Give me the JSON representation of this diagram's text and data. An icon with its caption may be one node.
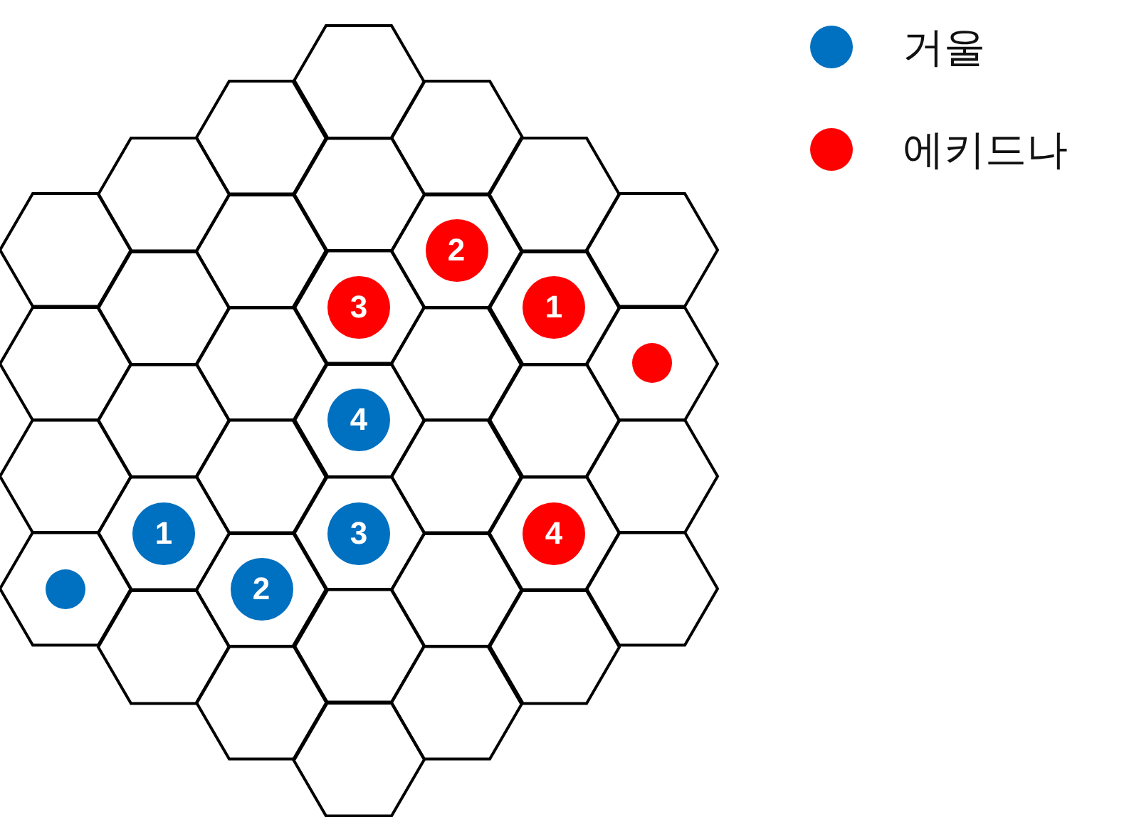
{
  "diagram": {
    "nodes": [
      {
        "text": [],
        "shape": "hexagon"
      },
      {
        "text": [],
        "shape": "hexagon"
      },
      {
        "text": [],
        "shape": "hexagon"
      },
      {
        "text": [],
        "shape": "hexagon"
      },
      {
        "text": [],
        "shape": "hexagon"
      },
      {
        "text": [],
        "shape": "hexagon"
      },
      {
        "text": [],
        "shape": "hexagon"
      },
      {
        "text": [],
        "shape": "hexagon"
      },
      {
        "text": [],
        "shape": "hexagon"
      },
      {
        "text": [],
        "shape": "hexagon"
      },
      {
        "text": [],
        "shape": "hexagon"
      },
      {
        "text": [],
        "shape": "hexagon"
      },
      {
        "text": [],
        "shape": "hexagon"
      },
      {
        "text": [],
        "shape": "hexagon"
      },
      {
        "text": [],
        "shape": "hexagon"
      },
      {
        "text": [],
        "shape": "hexagon"
      },
      {
        "text": [],
        "shape": "hexagon"
      },
      {
        "text": [],
        "shape": "hexagon"
      },
      {
        "text": [],
        "shape": "hexagon"
      },
      {
        "text": [],
        "shape": "hexagon"
      },
      {
        "text": [],
        "shape": "hexagon"
      },
      {
        "text": [],
        "shape": "hexagon"
      },
      {
        "text": [],
        "shape": "hexagon"
      },
      {
        "text": [],
        "shape": "hexagon"
      },
      {
        "text": [],
        "shape": "hexagon"
      },
      {
        "text": [],
        "shape": "hexagon"
      },
      {
        "text": [],
        "shape": "hexagon"
      },
      {
        "text": [],
        "shape": "hexagon"
      },
      {
        "text": [],
        "shape": "hexagon"
      },
      {
        "text": [],
        "shape": "hexagon"
      },
      {
        "text": [],
        "shape": "hexagon"
      },
      {
        "text": [],
        "shape": "hexagon"
      },
      {
        "text": [],
        "shape": "hexagon"
      },
      {
        "text": [],
        "shape": "hexagon"
      },
      {
        "text": [],
        "shape": "hexagon"
      },
      {
        "text": [],
        "shape": "hexagon"
      },
      {
        "text": [],
        "shape": "hexagon"
      },
      {
        "text": [
          "2"
        ],
        "in": 23
      },
      {
        "text": [
          "3"
        ],
        "in": 17
      },
      {
        "text": [
          "1"
        ],
        "in": 29
      },
      {
        "text": [],
        "shape": "circle",
        "in": 34
      },
      {
        "text": [
          "4"
        ],
        "in": 18
      },
      {
        "text": [
          "1"
        ],
        "in": 7
      },
      {
        "text": [
          "3"
        ],
        "in": 19
      },
      {
        "text": [
          "4"
        ],
        "in": 31
      },
      {
        "text": [],
        "shape": "circle",
        "in": 3
      },
      {
        "text": [
          "2"
        ],
        "in": 13
      }
    ],
    "legend": [
      {
        "text": "거울",
        "color": "#0070c0"
      },
      {
        "text": "에키드나",
        "color": "#ff0000"
      }
    ]
  }
}
